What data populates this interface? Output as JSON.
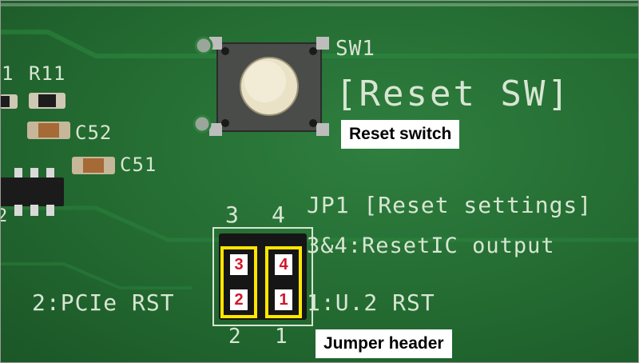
{
  "silkscreen": {
    "r11": "R11",
    "r_partial": "1",
    "c52": "C52",
    "c51": "C51",
    "sw1": "SW1",
    "reset_sw": "[Reset SW]",
    "jp1": "JP1 [Reset settings]",
    "resetic_output": "3&4:ResetIC output",
    "pcie_rst": "2:PCIe RST",
    "u2_rst": "1:U.2 RST",
    "pin3_top": "3",
    "pin4_top": "4",
    "pin2_bottom": "2",
    "pin1_bottom": "1",
    "u_partial": "2"
  },
  "callouts": {
    "reset_switch": "Reset switch",
    "jumper_header": "Jumper header"
  },
  "pin_labels": {
    "p3": "3",
    "p4": "4",
    "p2": "2",
    "p1": "1"
  },
  "colors": {
    "pcb": "#236a31",
    "silkscreen": "#d7e6d2",
    "highlight": "#ffe600",
    "pin_label": "#d0182b"
  }
}
